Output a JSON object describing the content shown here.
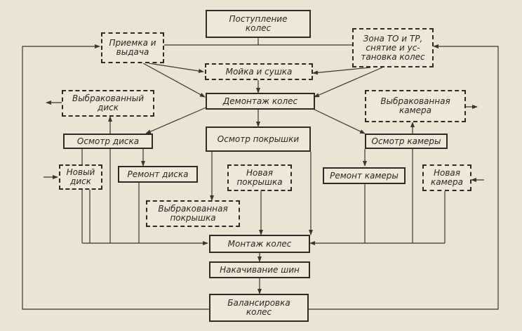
{
  "boxes": {
    "receipt": "Поступление\nколес",
    "accept_issue": "Приемка и\nвыдача",
    "zone_to": "Зона ТО и ТР,\nснятие и ус-\nтановка колес",
    "wash_dry": "Мойка и сушка",
    "dismount": "Демонтаж колес",
    "rejected_disk": "Выбракованный\nдиск",
    "rejected_tube": "Выбракованная\nкамера",
    "inspect_disk": "Осмотр диска",
    "inspect_tire": "Осмотр покрышки",
    "inspect_tube": "Осмотр камеры",
    "new_disk": "Новый\nдиск",
    "repair_disk": "Ремонт диска",
    "new_tire": "Новая\nпокрышка",
    "repair_tube": "Ремонт камеры",
    "new_tube": "Новая\nкамера",
    "rejected_tire": "Выбракованная\nпокрышка",
    "mount": "Монтаж колес",
    "inflate": "Накачивание шин",
    "balance": "Балансировка\nколес"
  }
}
